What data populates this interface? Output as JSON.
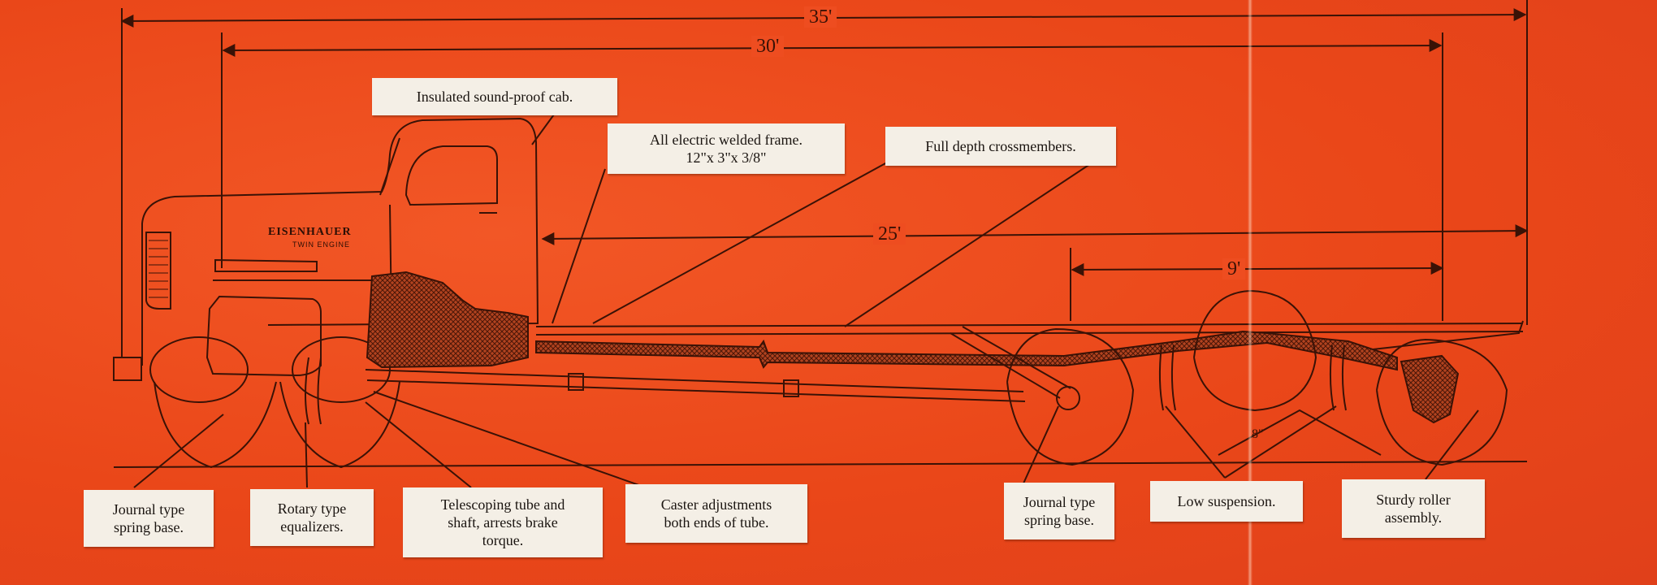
{
  "dimensions": {
    "overall": "35'",
    "body": "30'",
    "wheelbase": "25'",
    "tandem": "9'",
    "clearance": "8\""
  },
  "cab_lettering": {
    "brand": "EISENHAUER",
    "sub": "TWIN ENGINE"
  },
  "callouts": {
    "cab": "Insulated sound-proof cab.",
    "frame": "All electric welded frame.\n12\"x 3\"x 3/8\"",
    "crossmembers": "Full depth crossmembers.",
    "journal_front": "Journal type\nspring base.",
    "rotary": "Rotary type\nequalizers.",
    "telescoping": "Telescoping tube and\nshaft, arrests brake\ntorque.",
    "caster": "Caster adjustments\nboth ends of tube.",
    "journal_rear": "Journal type\nspring base.",
    "suspension": "Low suspension.",
    "roller": "Sturdy roller\nassembly."
  },
  "colors": {
    "background": "#ee4a1e",
    "ink": "#3a1206",
    "label_bg": "#f4efe6"
  }
}
